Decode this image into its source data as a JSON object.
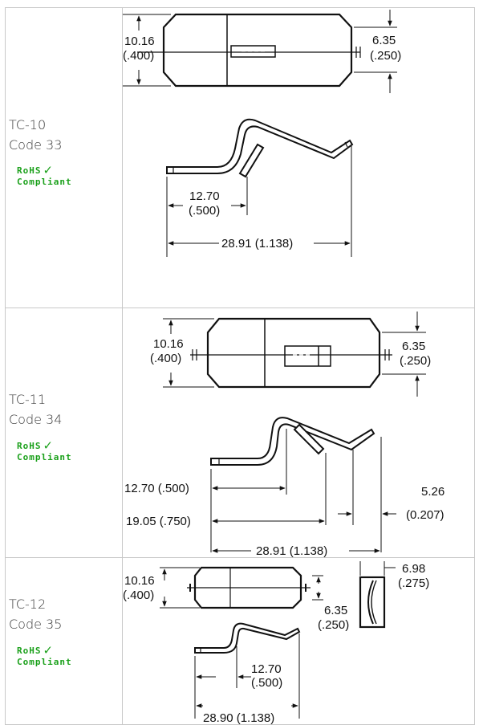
{
  "parts": [
    {
      "name": "TC-10",
      "code": "Code 33",
      "rohs": {
        "line1": "RoHS",
        "line2": "Compliant",
        "check": "✓",
        "color": "#1aa01a"
      },
      "dims": {
        "height_mm": "10.16",
        "height_in": "(.400)",
        "tip_mm": "6.35",
        "tip_in": "(.250)",
        "mid_mm": "12.70",
        "mid_in": "(.500)",
        "length": "28.91 (1.138)"
      }
    },
    {
      "name": "TC-11",
      "code": "Code 34",
      "rohs": {
        "line1": "RoHS",
        "line2": "Compliant",
        "check": "✓",
        "color": "#1aa01a"
      },
      "dims": {
        "height_mm": "10.16",
        "height_in": "(.400)",
        "tip_mm": "6.35",
        "tip_in": "(.250)",
        "short": "12.70 (.500)",
        "medium": "19.05 (.750)",
        "length": "28.91 (1.138)",
        "offset_mm": "5.26",
        "offset_in": "(0.207)"
      }
    },
    {
      "name": "TC-12",
      "code": "Code 35",
      "rohs": {
        "line1": "RoHS",
        "line2": "Compliant",
        "check": "✓",
        "color": "#1aa01a"
      },
      "dims": {
        "height_mm": "10.16",
        "height_in": "(.400)",
        "tip_mm": "6.35",
        "tip_in": "(.250)",
        "mid_mm": "12.70",
        "mid_in": "(.500)",
        "length": "28.90 (1.138)",
        "width_mm": "6.98",
        "width_in": "(.275)"
      }
    }
  ]
}
